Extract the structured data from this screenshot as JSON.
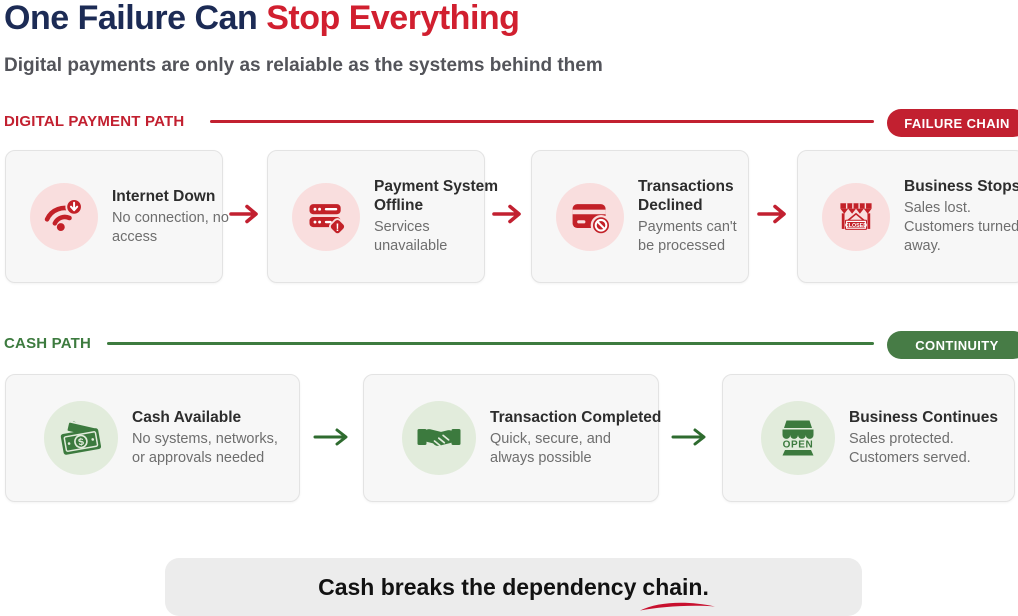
{
  "header": {
    "title_dark": "One Failure Can",
    "title_red": "Stop Everything",
    "subtitle": "Digital payments are only as relaiable as the systems behind them"
  },
  "sections": [
    {
      "label": "DIGITAL PAYMENT PATH",
      "badge": "FAILURE CHAIN",
      "accent_color": "#c22030",
      "cards": [
        {
          "icon": "wifi-down-icon",
          "title": "Internet Down",
          "desc": "No connection, no access"
        },
        {
          "icon": "server-offline-icon",
          "title": "Payment System Offline",
          "desc": "Services unavailable"
        },
        {
          "icon": "card-declined-icon",
          "title": "Transactions Declined",
          "desc": "Payments can't be processed"
        },
        {
          "icon": "store-closed-icon",
          "title": "Business Stops",
          "desc": "Sales lost. Customers turned away."
        }
      ]
    },
    {
      "label": "CASH PATH",
      "badge": "CONTINUITY",
      "accent_color": "#3d7b3f",
      "cards": [
        {
          "icon": "cash-icon",
          "title": "Cash Available",
          "desc": "No systems, networks, or approvals needed"
        },
        {
          "icon": "handshake-icon",
          "title": "Transaction Completed",
          "desc": "Quick, secure, and always possible"
        },
        {
          "icon": "store-open-icon",
          "title": "Business Continues",
          "desc": "Sales protected. Customers served."
        }
      ]
    }
  ],
  "footer": {
    "text_main": "Cash breaks the dependency",
    "text_underlined": "chain."
  },
  "colors": {
    "navy": "#1c2b55",
    "red_title": "#d11f2f",
    "red_accent": "#c22030",
    "icon_red": "#c32128",
    "icon_red_bg": "#f9dede",
    "green_accent": "#3d7b3f",
    "green_badge": "#477c46",
    "icon_green": "#3c7a3e",
    "icon_green_bg": "#e2ecdc",
    "card_bg": "#f7f7f7",
    "footer_bg": "#ececec",
    "swoosh_red": "#c8102e"
  }
}
